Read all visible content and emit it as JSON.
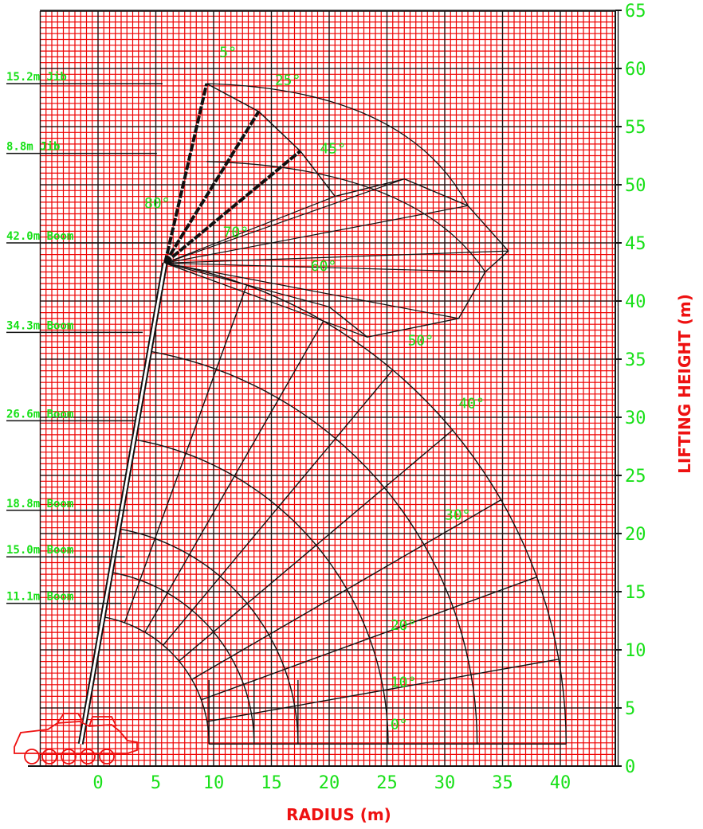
{
  "chart_data": {
    "type": "line",
    "title": "",
    "xlabel": "RADIUS (m)",
    "ylabel": "LIFTING HEIGHT (m)",
    "xlim": [
      -5,
      45
    ],
    "ylim": [
      0,
      65
    ],
    "x_ticks": [
      "0",
      "5",
      "10",
      "15",
      "20",
      "25",
      "30",
      "35",
      "40"
    ],
    "x_tick_values": [
      0,
      5,
      10,
      15,
      20,
      25,
      30,
      35,
      40
    ],
    "y_ticks": [
      "0",
      "5",
      "10",
      "15",
      "20",
      "25",
      "30",
      "35",
      "40",
      "45",
      "50",
      "55",
      "60",
      "65"
    ],
    "y_tick_values": [
      0,
      5,
      10,
      15,
      20,
      25,
      30,
      35,
      40,
      45,
      50,
      55,
      60,
      65
    ],
    "grid": true,
    "grid_color": "#ee0000",
    "axis_text_color": "#18e018",
    "title_color": "#ee1111",
    "configurations": [
      {
        "label": "11.1m Boom",
        "length": 11.1,
        "y": 14.0
      },
      {
        "label": "15.0m Boom",
        "length": 15.0,
        "y": 18.0
      },
      {
        "label": "18.8m Boom",
        "length": 18.8,
        "y": 22.0
      },
      {
        "label": "26.6m Boom",
        "length": 26.6,
        "y": 29.7
      },
      {
        "label": "34.3m Boom",
        "length": 34.3,
        "y": 37.3
      },
      {
        "label": "42.0m Boom",
        "length": 42.0,
        "y": 45.0
      },
      {
        "label": "8.8m Jib",
        "length": 8.8,
        "y": 52.7
      },
      {
        "label": "15.2m Jib",
        "length": 15.2,
        "y": 58.7
      }
    ],
    "boom_angle_labels": [
      {
        "label": "0°",
        "x": 25.3,
        "y": 3.2
      },
      {
        "label": "10°",
        "x": 25.3,
        "y": 6.8
      },
      {
        "label": "20°",
        "x": 25.3,
        "y": 11.7
      },
      {
        "label": "30°",
        "x": 30.0,
        "y": 21.2
      },
      {
        "label": "40°",
        "x": 31.2,
        "y": 30.8
      },
      {
        "label": "50°",
        "x": 26.8,
        "y": 36.2
      },
      {
        "label": "60°",
        "x": 18.4,
        "y": 42.6
      },
      {
        "label": "70°",
        "x": 10.8,
        "y": 45.5
      },
      {
        "label": "80°",
        "x": 4.0,
        "y": 48.0
      }
    ],
    "jib_angle_labels": [
      {
        "label": "5°",
        "x": 10.5,
        "y": 61.0
      },
      {
        "label": "25°",
        "x": 15.3,
        "y": 58.6
      },
      {
        "label": "45°",
        "x": 19.2,
        "y": 52.7
      }
    ],
    "pivot": {
      "x": -1.5,
      "y": 1.9
    },
    "boom_arcs": [
      11.1,
      15.0,
      18.8,
      26.6,
      34.3,
      42.0
    ],
    "angle_rays": [
      0,
      10,
      20,
      30,
      40,
      50,
      60,
      70,
      80
    ],
    "jib_tips": [
      {
        "angle": 5,
        "x": 9.4,
        "y": 58.7
      },
      {
        "angle": 25,
        "x": 13.9,
        "y": 56.3
      },
      {
        "angle": 45,
        "x": 17.5,
        "y": 52.9
      }
    ],
    "jib_envelope": [
      [
        9.4,
        58.7
      ],
      [
        13.9,
        56.3
      ],
      [
        17.5,
        52.9
      ],
      [
        20.5,
        49.0
      ],
      [
        26.5,
        50.5
      ],
      [
        32.0,
        48.2
      ],
      [
        35.5,
        44.3
      ],
      [
        33.5,
        42.5
      ],
      [
        31.2,
        38.5
      ],
      [
        23.3,
        36.9
      ],
      [
        20.0,
        39.5
      ]
    ]
  }
}
